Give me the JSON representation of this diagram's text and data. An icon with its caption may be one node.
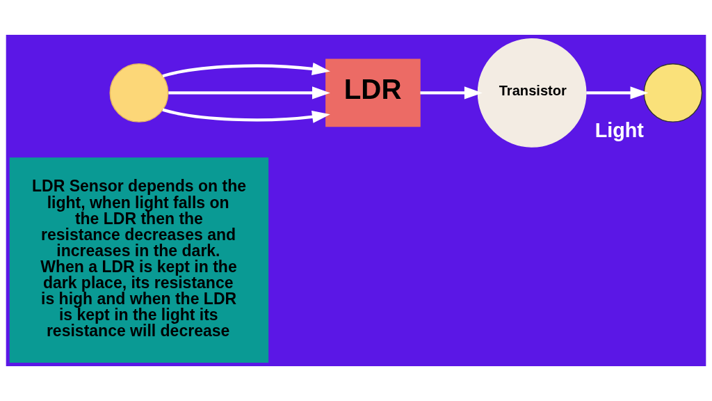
{
  "diagram": {
    "nodes": [
      {
        "text": [
          "LDR Sensor depends on the light, when light falls on the LDR then the resistance decreases and increases in the dark.",
          "When a LDR is kept in the dark place, its resistance is high and when the LDR is kept in the light its resistance will decrease"
        ]
      },
      {
        "text": [],
        "shape": "circle"
      },
      {
        "text": [
          "LDR"
        ]
      },
      {
        "text": [
          "Transistor"
        ]
      },
      {
        "text": [],
        "shape": "circle",
        "beside": [
          "Light"
        ]
      }
    ],
    "edges": [
      {
        "from": 1,
        "to": 2,
        "arrow": "to"
      },
      {
        "from": 1,
        "to": 2,
        "arrow": "to"
      },
      {
        "from": 1,
        "to": 2,
        "arrow": "to"
      },
      {
        "from": 2,
        "to": 3,
        "arrow": "to"
      },
      {
        "from": 3,
        "to": 4,
        "arrow": "to"
      }
    ]
  }
}
